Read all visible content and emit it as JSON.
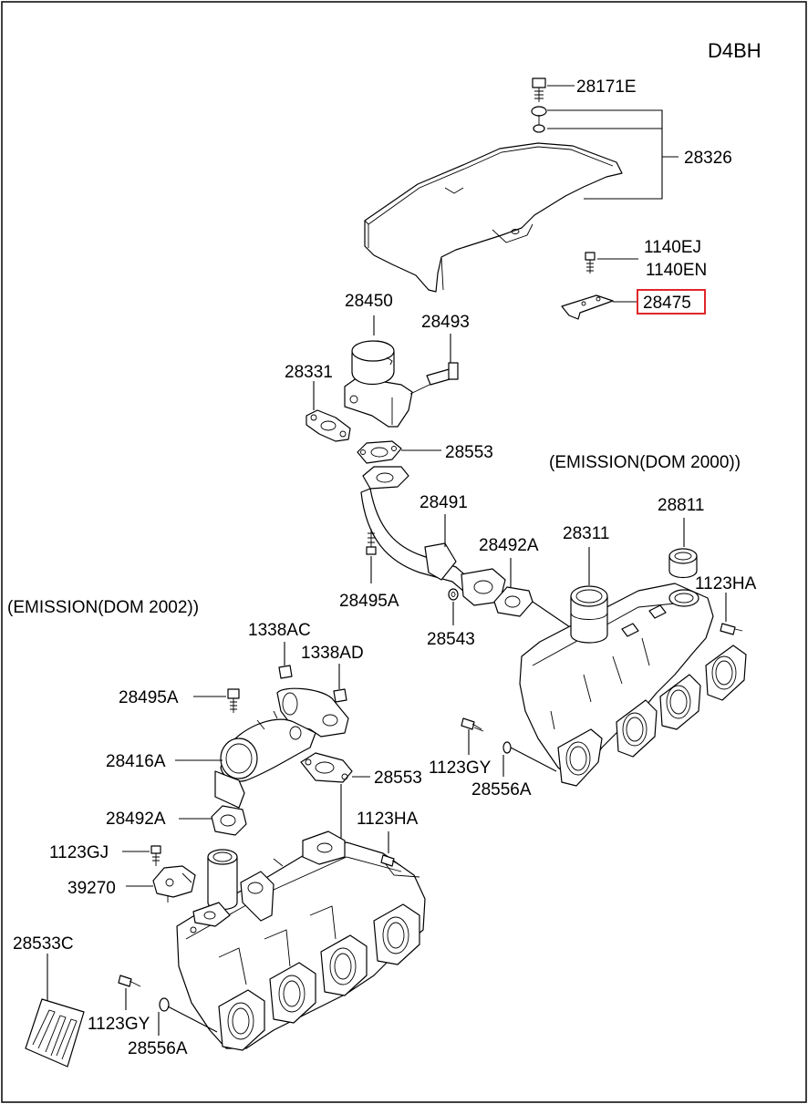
{
  "engine_code": "D4BH",
  "sections": {
    "emission_2000": "(EMISSION(DOM 2000))",
    "emission_2002": "(EMISSION(DOM 2002))"
  },
  "labels": {
    "p28171E": "28171E",
    "p28326": "28326",
    "p1140EJ": "1140EJ",
    "p1140EN": "1140EN",
    "p28475": "28475",
    "p28450": "28450",
    "p28493": "28493",
    "p28331": "28331",
    "p28553_top": "28553",
    "p28491": "28491",
    "p28811": "28811",
    "p28492A_top": "28492A",
    "p28311": "28311",
    "p1123HA_top": "1123HA",
    "p28495A_top": "28495A",
    "p28543": "28543",
    "p1338AC": "1338AC",
    "p1338AD": "1338AD",
    "p28495A_low": "28495A",
    "p28416A": "28416A",
    "p28553_low": "28553",
    "p1123GY_top": "1123GY",
    "p28556A_top": "28556A",
    "p28492A_low": "28492A",
    "p1123HA_low": "1123HA",
    "p1123GJ": "1123GJ",
    "p39270": "39270",
    "p28533C": "28533C",
    "p1123GY_low": "1123GY",
    "p28556A_low": "28556A"
  },
  "highlight_color": "#e0262a"
}
